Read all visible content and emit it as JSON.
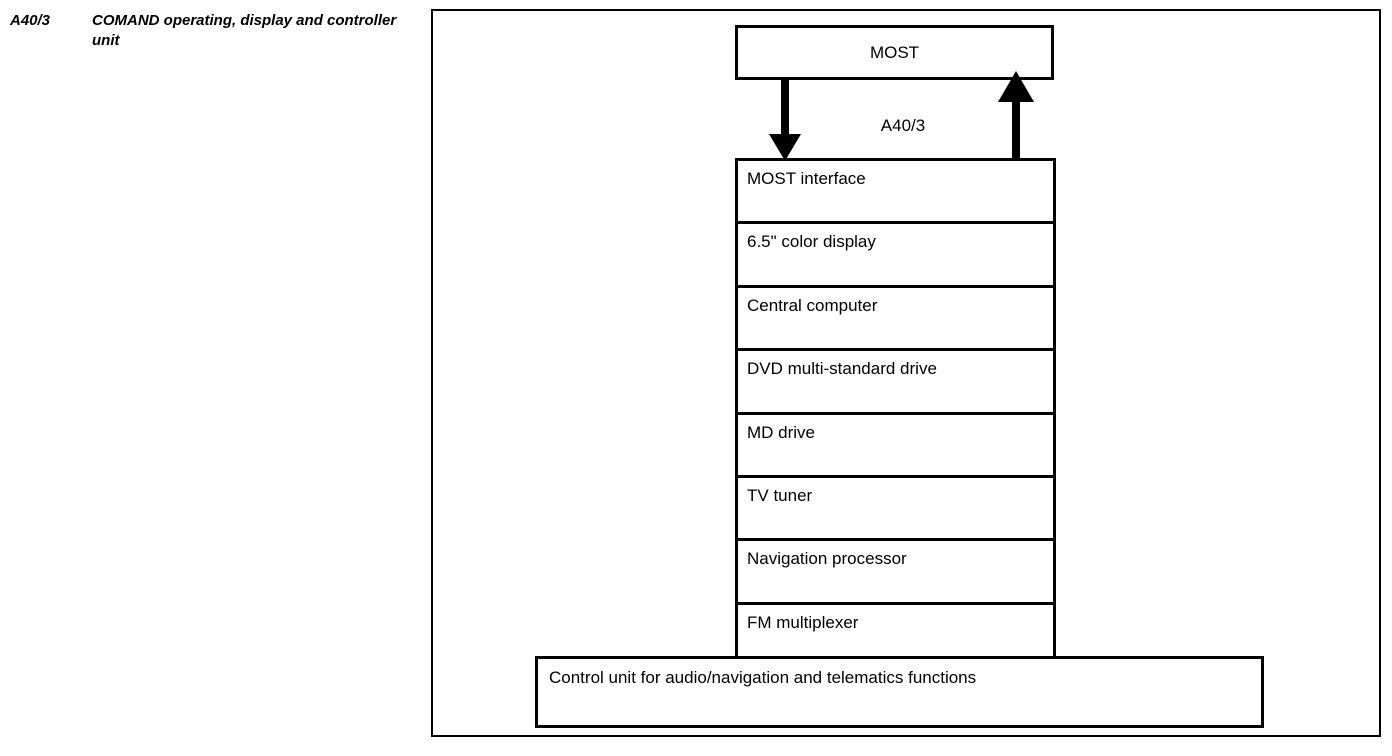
{
  "legend": {
    "code": "A40/3",
    "description": "COMAND operating, display and controller unit"
  },
  "diagram": {
    "bus": {
      "label": "MOST"
    },
    "bus_connection_label": "A40/3",
    "arrows": {
      "down_icon": "arrow-down-icon",
      "up_icon": "arrow-up-icon"
    },
    "components": [
      {
        "label": "MOST interface"
      },
      {
        "label": "6.5\" color display"
      },
      {
        "label": "Central computer"
      },
      {
        "label": "DVD multi-standard drive"
      },
      {
        "label": "MD drive"
      },
      {
        "label": "TV tuner"
      },
      {
        "label": "Navigation processor"
      },
      {
        "label": "FM multiplexer"
      }
    ],
    "control_unit": {
      "label": "Control unit for audio/navigation and telematics functions"
    },
    "colors": {
      "stroke": "#000000",
      "fill": "#ffffff",
      "text": "#000000"
    }
  }
}
